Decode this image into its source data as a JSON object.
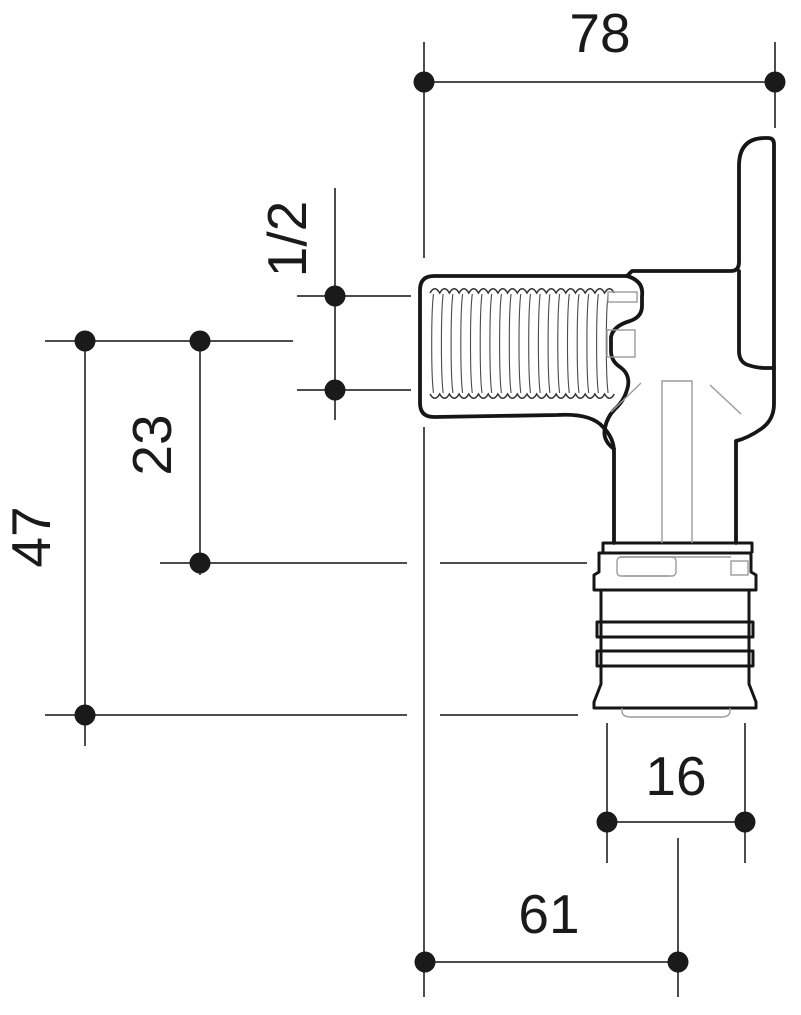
{
  "drawing": {
    "colors": {
      "background": "#ffffff",
      "outline": "#161616",
      "dimension_lines": "#4d4d4d",
      "detail_lines": "#9b9b9b",
      "text": "#1a1a1a"
    },
    "dimensions": {
      "width_top": {
        "label": "78"
      },
      "thread_size": {
        "label": "1/2"
      },
      "offset_mid": {
        "label": "23"
      },
      "height_left": {
        "label": "47"
      },
      "pipe_diameter": {
        "label": "16"
      },
      "depth_bottom": {
        "label": "61"
      }
    }
  }
}
